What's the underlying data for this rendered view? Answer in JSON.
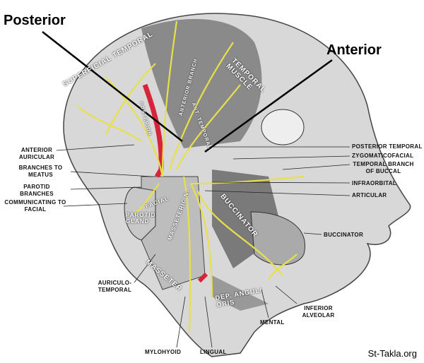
{
  "headings": {
    "posterior": "Posterior",
    "anterior": "Anterior"
  },
  "inner_labels": {
    "superficial_temporal": "SUPERFICIAL TEMPORAL",
    "temporal_muscle": "TEMPORAL MUSCLE",
    "posterior": "POSTERIOR",
    "anterior_branch": "ANTERIOR BRANCH",
    "ant_temporal": "ANT. TEMPORAL",
    "facial": "FACIAL",
    "parotid_gland": "PAROTID GLAND",
    "masseteric_n": "MASSETERIC N.",
    "buccinator": "BUCCINATOR",
    "masseter": "MASSETER",
    "dep_anguli_oris": "DEP. ANGULI ORIS"
  },
  "left_labels": {
    "anterior_auricular": "ANTERIOR AURICULAR",
    "branches_to_meatus": "BRANCHES TO MEATUS",
    "parotid_branches": "PAROTID BRANCHES",
    "communicating_to_facial": "COMMUNICATING TO FACIAL",
    "auriculo_temporal": "AURICULO-TEMPORAL"
  },
  "right_labels": {
    "posterior_temporal": "POSTERIOR TEMPORAL",
    "zygomaticofacial": "ZYGOMATICOFACIAL",
    "temporal_branch_of_buccal": "TEMPORAL BRANCH OF BUCCAL",
    "infraorbital": "INFRAORBITAL",
    "articular": "ARTICULAR",
    "buccinator": "BUCCINATOR",
    "inferior_alveolar": "INFERIOR ALVEOLAR",
    "mental": "MENTAL"
  },
  "bottom_labels": {
    "mylohyoid": "MYLOHYOID",
    "lingual": "LINGUAL"
  },
  "watermark": "St-Takla.org",
  "colors": {
    "nerve": "#e8e04a",
    "artery": "#d8243a",
    "tissue": "#9a9a9a"
  }
}
